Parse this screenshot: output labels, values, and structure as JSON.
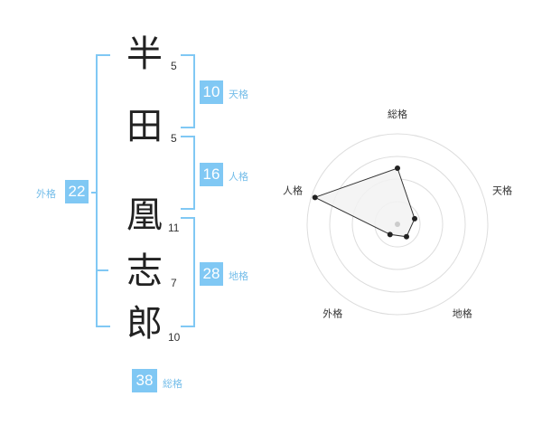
{
  "characters": [
    {
      "char": "半",
      "strokes": "5"
    },
    {
      "char": "田",
      "strokes": "5"
    },
    {
      "char": "凰",
      "strokes": "11"
    },
    {
      "char": "志",
      "strokes": "7"
    },
    {
      "char": "郎",
      "strokes": "10"
    }
  ],
  "fortunes": {
    "tenkaku": {
      "value": "10",
      "label": "天格"
    },
    "jinkaku": {
      "value": "16",
      "label": "人格"
    },
    "chikaku": {
      "value": "28",
      "label": "地格"
    },
    "gaikaku": {
      "value": "22",
      "label": "外格"
    },
    "soukaku": {
      "value": "38",
      "label": "総格"
    }
  },
  "radar": {
    "axes": [
      "総格",
      "天格",
      "地格",
      "外格",
      "人格"
    ],
    "values": [
      0.62,
      0.2,
      0.17,
      0.14,
      0.96
    ],
    "center_point": 0.0,
    "rings": 4,
    "fill_color": "#f2f2f2",
    "line_color": "#333333",
    "ring_color": "#dddddd"
  },
  "colors": {
    "accent": "#80c8f4",
    "accent_text": "#74bde9"
  }
}
